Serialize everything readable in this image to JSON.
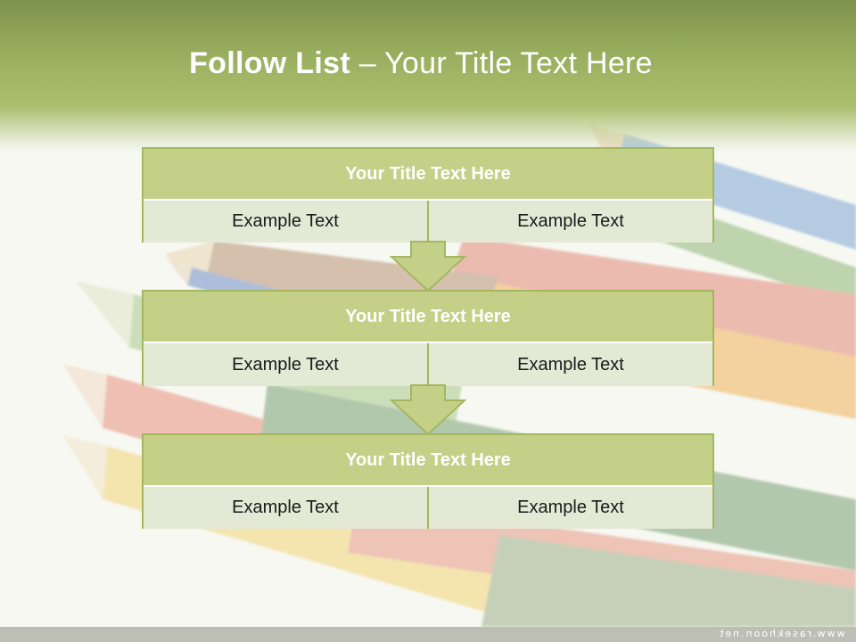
{
  "title": {
    "bold": "Follow List ",
    "rest": "– Your Title Text Here"
  },
  "steps": [
    {
      "heading": "Your Title Text Here",
      "left": "Example Text",
      "right": "Example Text"
    },
    {
      "heading": "Your Title Text Here",
      "left": "Example Text",
      "right": "Example Text"
    },
    {
      "heading": "Your Title Text Here",
      "left": "Example Text",
      "right": "Example Text"
    }
  ],
  "footer": {
    "text": "www.rasekhoon.net"
  },
  "colors": {
    "band": "#98ae5e",
    "box_head": "#c4d088",
    "box_row": "#e4e9d6",
    "border": "#a4b760"
  }
}
